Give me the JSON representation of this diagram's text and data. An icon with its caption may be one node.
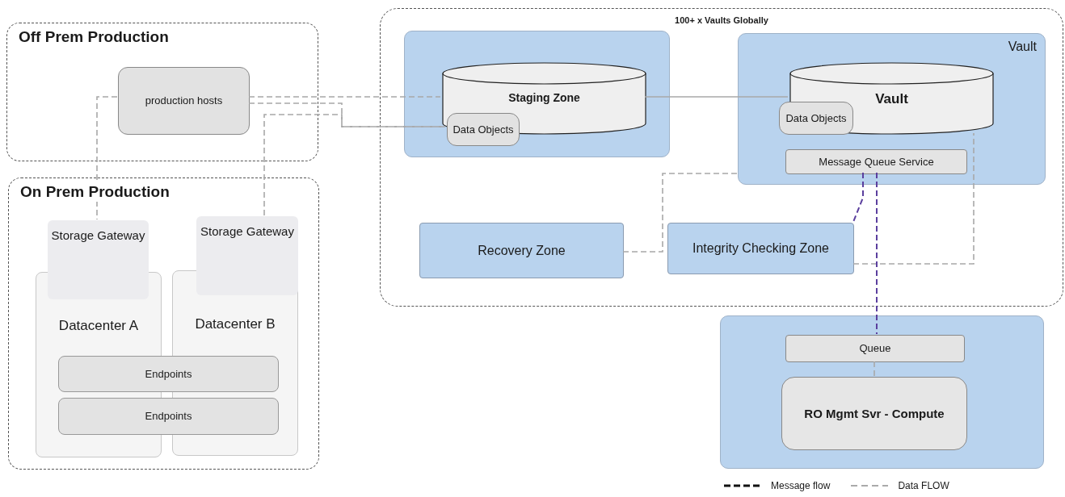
{
  "diagram": {
    "nodes": [
      {
        "text": [
          "Off Prem Production"
        ]
      },
      {
        "text": [
          "production hosts"
        ],
        "in": 0
      },
      {
        "text": [
          "On Prem Production"
        ]
      },
      {
        "text": [
          "Storage Gateway"
        ],
        "in": 2
      },
      {
        "text": [
          "Storage Gateway"
        ],
        "in": 2
      },
      {
        "text": [
          "Datacenter A"
        ],
        "in": 2
      },
      {
        "text": [
          "Datacenter B"
        ],
        "in": 2
      },
      {
        "text": [
          "Endpoints"
        ],
        "in": 2
      },
      {
        "text": [
          "Endpoints"
        ],
        "in": 2
      },
      {
        "text": [
          "100+ x Vaults Globally"
        ]
      },
      {
        "text": [],
        "shape": "box",
        "in": 9
      },
      {
        "text": [
          "Staging Zone"
        ],
        "in": 10
      },
      {
        "text": [
          "Data Objects"
        ],
        "in": 10
      },
      {
        "text": [
          "Vault"
        ],
        "in": 9
      },
      {
        "text": [
          "Vault"
        ],
        "in": 13
      },
      {
        "text": [
          "Data Objects"
        ],
        "in": 13
      },
      {
        "text": [
          "Message Queue Service"
        ],
        "in": 13
      },
      {
        "text": [
          "Recovery Zone"
        ],
        "in": 9
      },
      {
        "text": [
          "Integrity Checking Zone"
        ],
        "in": 9
      },
      {
        "text": [],
        "shape": "box"
      },
      {
        "text": [
          "Queue"
        ],
        "in": 19
      },
      {
        "text": [
          "RO Mgmt Svr - Compute"
        ],
        "in": 19
      }
    ],
    "edges": [
      {
        "from": 1,
        "to": 3,
        "arrow": "none",
        "style": "dashed"
      },
      {
        "from": 1,
        "to": 11,
        "arrow": "none",
        "style": "dashed"
      },
      {
        "from": 1,
        "to": 12,
        "arrow": "none",
        "style": "dashed"
      },
      {
        "from": 4,
        "to": 12,
        "arrow": "none",
        "style": "dashed"
      },
      {
        "from": 11,
        "to": 14,
        "arrow": "none"
      },
      {
        "from": 17,
        "to": 13,
        "arrow": "none",
        "style": "dashed"
      },
      {
        "from": 18,
        "to": 14,
        "arrow": "none",
        "style": "dashed"
      },
      {
        "from": 16,
        "to": 18,
        "arrow": "none",
        "style": "dashed",
        "color": "#5b3f9e"
      },
      {
        "from": 16,
        "to": 20,
        "arrow": "none",
        "style": "dashed",
        "color": "#5b3f9e"
      },
      {
        "from": 20,
        "to": 21,
        "arrow": "none",
        "style": "dashed"
      }
    ],
    "legend": [
      {
        "text": "Message flow"
      },
      {
        "text": "Data FLOW"
      }
    ]
  }
}
